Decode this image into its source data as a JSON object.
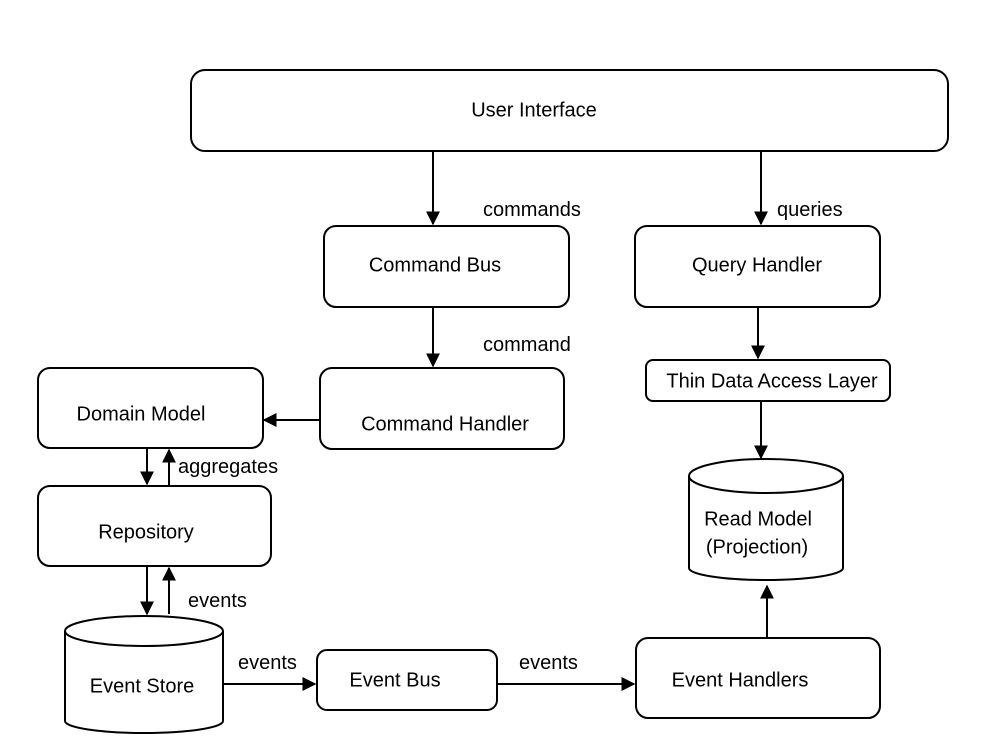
{
  "nodes": {
    "user_interface": "User Interface",
    "command_bus": "Command Bus",
    "query_handler": "Query Handler",
    "command_handler": "Command Handler",
    "thin_data_access_layer": "Thin Data Access Layer",
    "domain_model": "Domain Model",
    "repository": "Repository",
    "read_model_line1": "Read Model",
    "read_model_line2": "(Projection)",
    "event_store": "Event Store",
    "event_bus": "Event Bus",
    "event_handlers": "Event Handlers"
  },
  "edges": {
    "ui_to_command_bus": "commands",
    "ui_to_query_handler": "queries",
    "command_bus_to_handler": "command",
    "domain_repository": "aggregates",
    "repository_event_store": "events",
    "event_store_to_bus": "events",
    "event_bus_to_handlers": "events"
  }
}
